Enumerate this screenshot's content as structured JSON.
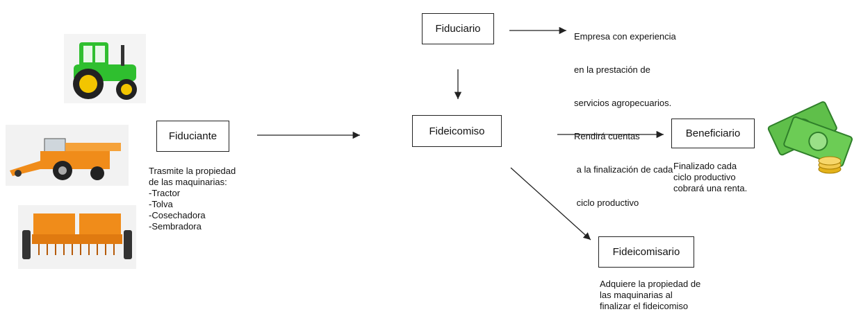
{
  "nodes": {
    "fiduciante": "Fiduciante",
    "fiduciario": "Fiduciario",
    "fideicomiso": "Fideicomiso",
    "beneficiario": "Beneficiario",
    "fideicomisario": "Fideicomisario"
  },
  "notes": {
    "fiduciante": [
      "Trasmite la propiedad",
      "de las maquinarias:",
      "-Tractor",
      "-Tolva",
      "-Cosechadora",
      "-Sembradora"
    ],
    "fiduciario": [
      "Empresa con experiencia",
      "en la prestación de",
      "servicios agropecuarios.",
      "Rendirá cuentas",
      " a la finalización de cada",
      " ciclo productivo"
    ],
    "beneficiario": [
      "Finalizado cada",
      "ciclo productivo",
      "cobrará una renta."
    ],
    "fideicomisario": [
      "Adquiere la propiedad de",
      "las maquinarias al",
      "finalizar el fideicomiso"
    ]
  },
  "images": [
    "green-tractor",
    "orange-harvester",
    "orange-seeder",
    "money-bills"
  ],
  "colors": {
    "tractor": "#2fbf2f",
    "machinery": "#f08c1a",
    "money": "#5fbf4a"
  }
}
